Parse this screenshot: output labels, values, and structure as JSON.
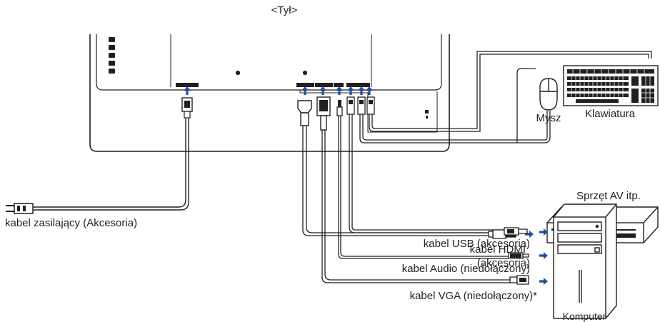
{
  "title": "<Tył>",
  "labels": {
    "mouse": "Mysz",
    "keyboard": "Klawiatura",
    "av_device": "Sprzęt AV itp.",
    "hdmi_line1": "kabel HDMI",
    "hdmi_line2": "(akcesoria)",
    "power_cable": "kabel zasilający (Akcesoria)",
    "usb_cable": "kabel USB (akcesoria)",
    "audio_cable": "kabel Audio (niedołączony)",
    "vga_cable": "kabel VGA (niedołączony)*",
    "computer": "Komputer"
  },
  "colors": {
    "line": "#231f20",
    "arrow": "#1f4e9c"
  },
  "icons": [
    "buttons-icon",
    "power-port-icon",
    "hdmi-port-icon",
    "vga-port-icon",
    "audio-port-icon",
    "usb-port-icon",
    "mouse-icon",
    "keyboard-icon",
    "av-device-icon",
    "computer-tower-icon",
    "power-plug-icon",
    "arrow-up-icon",
    "arrow-right-icon"
  ]
}
